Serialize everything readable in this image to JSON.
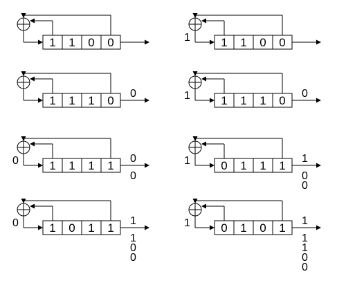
{
  "diagram": {
    "registers": [
      {
        "id": "r1",
        "bits": [
          "1",
          "1",
          "0",
          "0"
        ],
        "feedback_label": "",
        "output_label": "",
        "output_history": []
      },
      {
        "id": "r2",
        "bits": [
          "1",
          "1",
          "0",
          "0"
        ],
        "feedback_label": "1",
        "output_label": "",
        "output_history": []
      },
      {
        "id": "r3",
        "bits": [
          "1",
          "1",
          "1",
          "0"
        ],
        "feedback_label": "",
        "output_label": "0",
        "output_history": []
      },
      {
        "id": "r4",
        "bits": [
          "1",
          "1",
          "1",
          "0"
        ],
        "feedback_label": "1",
        "output_label": "0",
        "output_history": []
      },
      {
        "id": "r5",
        "bits": [
          "1",
          "1",
          "1",
          "1"
        ],
        "feedback_label": "0",
        "output_label": "0",
        "output_history": [
          "0"
        ]
      },
      {
        "id": "r6",
        "bits": [
          "0",
          "1",
          "1",
          "1"
        ],
        "feedback_label": "1",
        "output_label": "1",
        "output_history": [
          "0",
          "0"
        ]
      },
      {
        "id": "r7",
        "bits": [
          "1",
          "0",
          "1",
          "1"
        ],
        "feedback_label": "0",
        "output_label": "1",
        "output_history": [
          "1",
          "0",
          "0"
        ]
      },
      {
        "id": "r8",
        "bits": [
          "0",
          "1",
          "0",
          "1"
        ],
        "feedback_label": "1",
        "output_label": "1",
        "output_history": [
          "1",
          "1",
          "0",
          "0"
        ]
      }
    ]
  }
}
